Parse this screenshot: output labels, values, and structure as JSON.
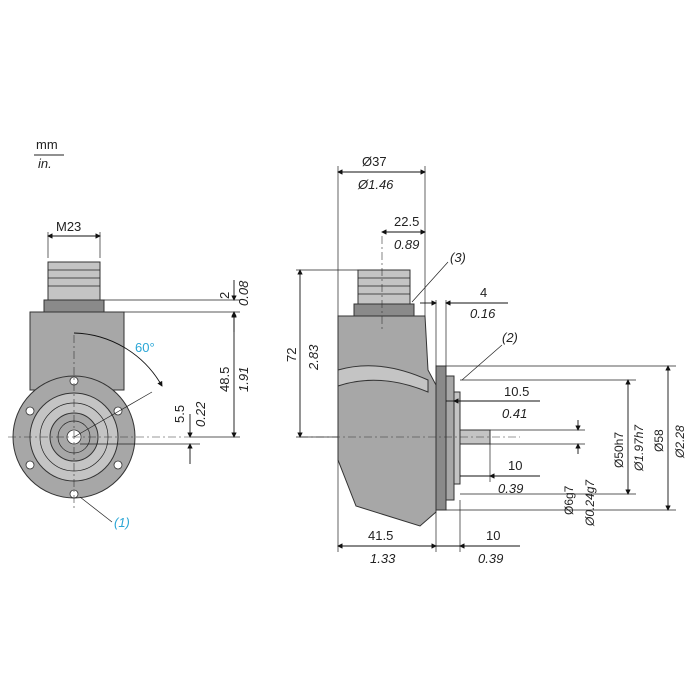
{
  "units": {
    "primary": "mm",
    "secondary": "in."
  },
  "front_view": {
    "connector": {
      "mm": "M23"
    },
    "gap": {
      "mm": "2",
      "in": "0.08"
    },
    "height": {
      "mm": "48.5",
      "in": "1.91"
    },
    "offset": {
      "mm": "5.5",
      "in": "0.22"
    },
    "angle": "60°",
    "callout_1": "(1)"
  },
  "side_view": {
    "diameter_body": {
      "mm": "Ø37",
      "in": "Ø1.46"
    },
    "connector_offset": {
      "mm": "22.5",
      "in": "0.89"
    },
    "total_height": {
      "mm": "72",
      "in": "2.83"
    },
    "flange_thickness": {
      "mm": "4",
      "in": "0.16"
    },
    "pilot_length": {
      "mm": "10.5",
      "in": "0.41"
    },
    "shaft_length": {
      "mm": "10",
      "in": "0.39"
    },
    "shaft_diameter": {
      "mm": "Ø6g7",
      "in": "Ø0.24g7"
    },
    "pilot_diameter": {
      "mm": "Ø50h7",
      "in": "Ø1.97h7"
    },
    "flange_diameter": {
      "mm": "Ø58",
      "in": "Ø2.28"
    },
    "body_depth": {
      "mm": "41.5",
      "in": "1.33"
    },
    "front_depth": {
      "mm": "10",
      "in": "0.39"
    },
    "callout_2": "(2)",
    "callout_3": "(3)"
  },
  "colors": {
    "housing": "#a7a7a7",
    "callout": "#2aa6d6"
  }
}
